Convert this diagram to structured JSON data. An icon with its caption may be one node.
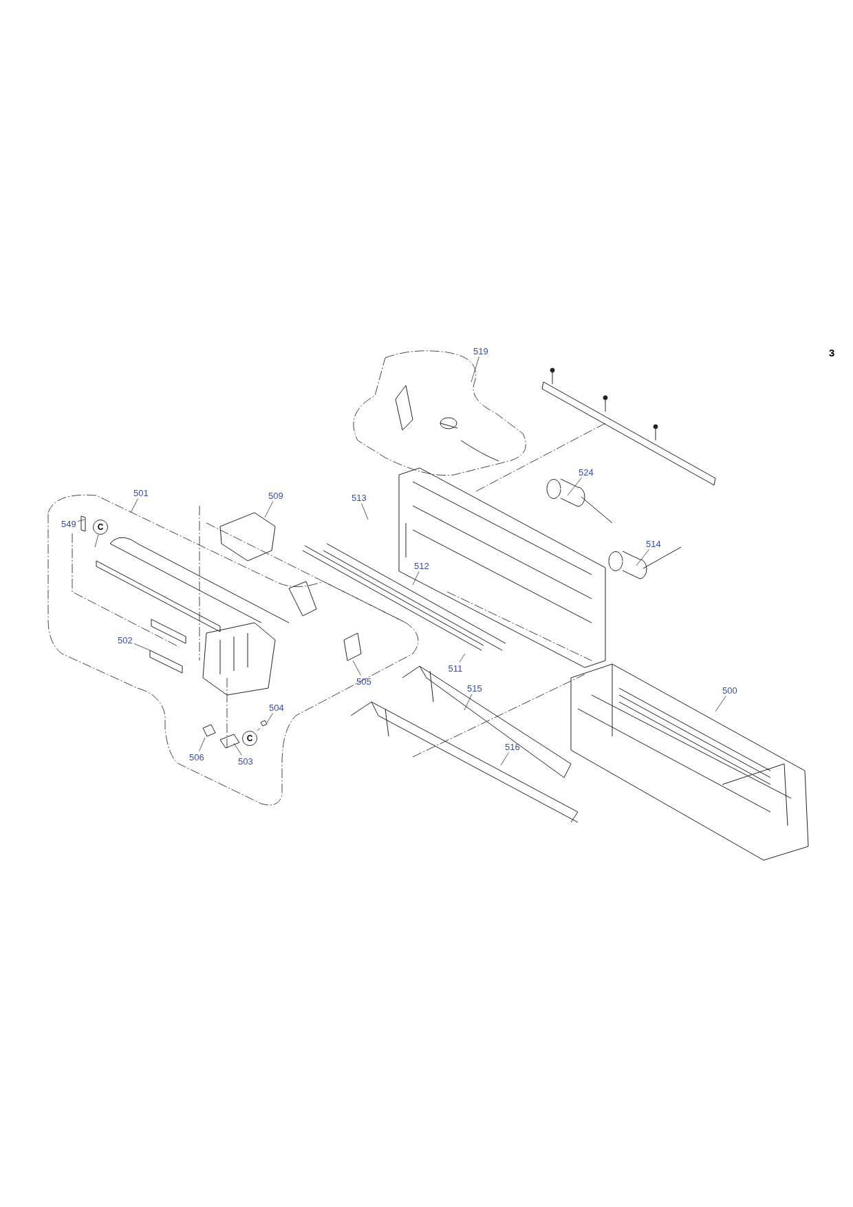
{
  "diagram": {
    "nodes": [
      {
        "text": [
          "519"
        ]
      },
      {
        "text": [
          "524"
        ]
      },
      {
        "text": [
          "501"
        ]
      },
      {
        "text": [
          "509"
        ]
      },
      {
        "text": [
          "513"
        ]
      },
      {
        "text": [
          "549"
        ]
      },
      {
        "text": [
          "C"
        ]
      },
      {
        "text": [
          "512"
        ]
      },
      {
        "text": [
          "514"
        ]
      },
      {
        "text": [
          "502"
        ]
      },
      {
        "text": [
          "505"
        ]
      },
      {
        "text": [
          "511"
        ]
      },
      {
        "text": [
          "500"
        ]
      },
      {
        "text": [
          "504"
        ]
      },
      {
        "text": [
          "515"
        ]
      },
      {
        "text": [
          "C"
        ]
      },
      {
        "text": [
          "506"
        ]
      },
      {
        "text": [
          "503"
        ]
      },
      {
        "text": [
          "516"
        ]
      }
    ],
    "edges": [
      {
        "from": 0,
        "to": null,
        "arrow": "none"
      },
      {
        "from": 1,
        "to": null,
        "arrow": "none"
      },
      {
        "from": 2,
        "to": null,
        "arrow": "none"
      },
      {
        "from": 3,
        "to": null,
        "arrow": "none"
      },
      {
        "from": 4,
        "to": null,
        "arrow": "none"
      },
      {
        "from": 5,
        "to": null,
        "arrow": "none"
      },
      {
        "from": 6,
        "to": null,
        "arrow": "none"
      },
      {
        "from": 7,
        "to": null,
        "arrow": "none"
      },
      {
        "from": 8,
        "to": null,
        "arrow": "none"
      },
      {
        "from": 9,
        "to": null,
        "arrow": "none"
      },
      {
        "from": 10,
        "to": null,
        "arrow": "none"
      },
      {
        "from": 11,
        "to": null,
        "arrow": "none"
      },
      {
        "from": 12,
        "to": null,
        "arrow": "none"
      },
      {
        "from": 13,
        "to": null,
        "arrow": "none"
      },
      {
        "from": 14,
        "to": null,
        "arrow": "none"
      },
      {
        "from": 15,
        "to": null,
        "arrow": "none"
      },
      {
        "from": 16,
        "to": null,
        "arrow": "none"
      },
      {
        "from": 17,
        "to": null,
        "arrow": "none"
      },
      {
        "from": 18,
        "to": null,
        "arrow": "none"
      }
    ],
    "labels": [
      "3"
    ]
  }
}
